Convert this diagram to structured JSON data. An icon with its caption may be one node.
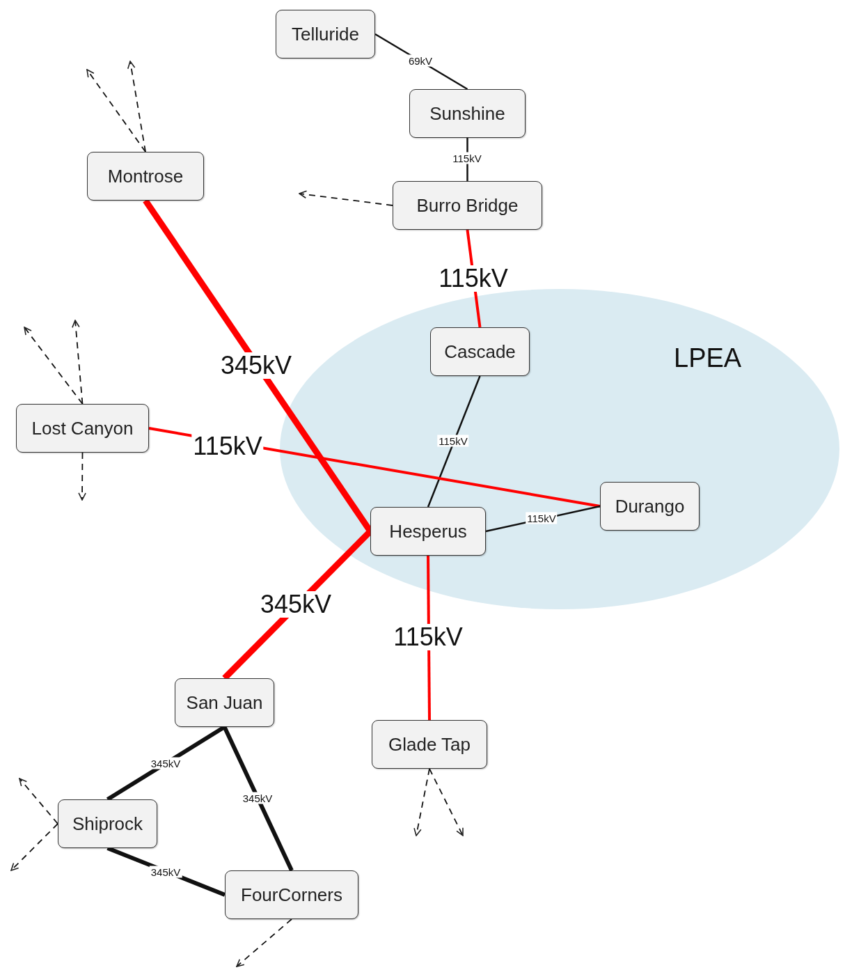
{
  "diagram": {
    "nodes": [
      {
        "text": [
          "Telluride"
        ]
      },
      {
        "text": [
          "Sunshine"
        ]
      },
      {
        "text": [
          "Montrose"
        ]
      },
      {
        "text": [
          "Burro Bridge"
        ]
      },
      {
        "text": [
          "LPEA"
        ]
      },
      {
        "text": [
          "Cascade"
        ],
        "in": 4
      },
      {
        "text": [
          "Lost Canyon"
        ]
      },
      {
        "text": [
          "Durango"
        ],
        "in": 4
      },
      {
        "text": [
          "Hesperus"
        ],
        "in": 4
      },
      {
        "text": [
          "San Juan"
        ]
      },
      {
        "text": [
          "Glade Tap"
        ]
      },
      {
        "text": [
          "Shiprock"
        ]
      },
      {
        "text": [
          "FourCorners"
        ]
      }
    ],
    "edges": [
      {
        "from": 0,
        "to": 1,
        "arrow": "none",
        "label": "69kV"
      },
      {
        "from": 1,
        "to": 3,
        "arrow": "none",
        "label": "115kV"
      },
      {
        "from": 3,
        "to": 5,
        "arrow": "none",
        "label": "115kV",
        "color": "#ff0000"
      },
      {
        "from": 5,
        "to": 8,
        "arrow": "none",
        "label": "115kV"
      },
      {
        "from": 2,
        "to": 8,
        "arrow": "none",
        "label": "345kV",
        "color": "#ff0000",
        "style": "thick"
      },
      {
        "from": 6,
        "to": 7,
        "arrow": "none",
        "label": "115kV",
        "color": "#ff0000"
      },
      {
        "from": 8,
        "to": 7,
        "arrow": "none",
        "label": "115kV"
      },
      {
        "from": 8,
        "to": 9,
        "arrow": "none",
        "label": "345kV",
        "color": "#ff0000",
        "style": "thick"
      },
      {
        "from": 8,
        "to": 10,
        "arrow": "none",
        "label": "115kV",
        "color": "#ff0000"
      },
      {
        "from": 9,
        "to": 11,
        "arrow": "none",
        "label": "345kV",
        "style": "thick"
      },
      {
        "from": 9,
        "to": 12,
        "arrow": "none",
        "label": "345kV",
        "style": "thick"
      },
      {
        "from": 11,
        "to": 12,
        "arrow": "none",
        "label": "345kV",
        "style": "thick"
      },
      {
        "from": 2,
        "to": null,
        "arrow": "to",
        "style": "dashed"
      },
      {
        "from": 2,
        "to": null,
        "arrow": "to",
        "style": "dashed"
      },
      {
        "from": 3,
        "to": null,
        "arrow": "to",
        "style": "dashed"
      },
      {
        "from": 6,
        "to": null,
        "arrow": "to",
        "style": "dashed"
      },
      {
        "from": 6,
        "to": null,
        "arrow": "to",
        "style": "dashed"
      },
      {
        "from": 6,
        "to": null,
        "arrow": "to",
        "style": "dashed"
      },
      {
        "from": 10,
        "to": null,
        "arrow": "to",
        "style": "dashed"
      },
      {
        "from": 10,
        "to": null,
        "arrow": "to",
        "style": "dashed"
      },
      {
        "from": 11,
        "to": null,
        "arrow": "to",
        "style": "dashed"
      },
      {
        "from": 11,
        "to": null,
        "arrow": "to",
        "style": "dashed"
      },
      {
        "from": 12,
        "to": null,
        "arrow": "to",
        "style": "dashed"
      }
    ]
  }
}
